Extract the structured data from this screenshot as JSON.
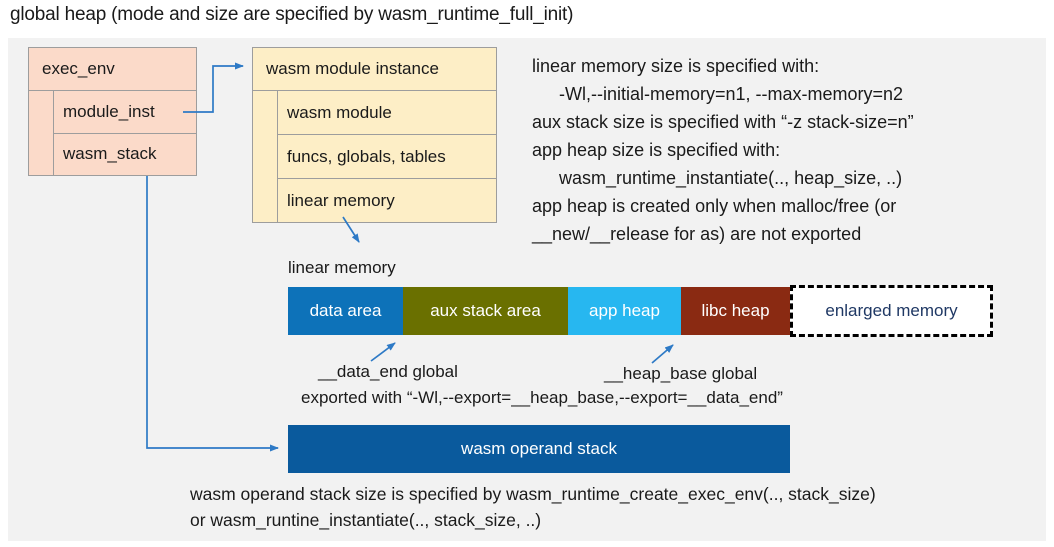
{
  "title": "global heap (mode and size are specified by wasm_runtime_full_init)",
  "colors": {
    "panel_bg": "#f2f2f2",
    "exec_env_fill": "#fbdac9",
    "module_instance_fill": "#fdeec6",
    "box_border": "#9d9d9d",
    "arrow_blue": "#2e7ac6",
    "operand_stack": "#0a5a9d",
    "enlarged_memory_text": "#1f3864"
  },
  "exec_env": {
    "header": "exec_env",
    "rows": [
      "module_inst",
      "wasm_stack"
    ]
  },
  "module_instance": {
    "header": "wasm module instance",
    "rows": [
      "wasm module",
      "funcs, globals, tables",
      "linear memory"
    ]
  },
  "notes_right": {
    "lines": [
      "linear memory size is specified with:",
      "-Wl,--initial-memory=n1, --max-memory=n2",
      "aux stack size is specified with “-z stack-size=n”",
      "app heap size is specified with:",
      "wasm_runtime_instantiate(.., heap_size, ..)",
      "app heap is created only when malloc/free (or",
      "__new/__release for as) are not exported"
    ]
  },
  "linear_memory": {
    "label": "linear memory",
    "segments": [
      {
        "label": "data area",
        "color": "#0d72b9"
      },
      {
        "label": "aux stack area",
        "color": "#6a7000"
      },
      {
        "label": "app heap",
        "color": "#27b7f0"
      },
      {
        "label": "libc heap",
        "color": "#8a2a12"
      }
    ],
    "enlarged_label": "enlarged memory",
    "data_end_label": "__data_end global",
    "heap_base_label": "__heap_base global",
    "exported_label": "exported with “-Wl,--export=__heap_base,--export=__data_end”"
  },
  "operand_stack": {
    "label": "wasm operand stack",
    "notes": [
      "wasm operand stack size is specified by wasm_runtime_create_exec_env(.., stack_size)",
      "or wasm_runtine_instantiate(.., stack_size, ..)"
    ]
  }
}
